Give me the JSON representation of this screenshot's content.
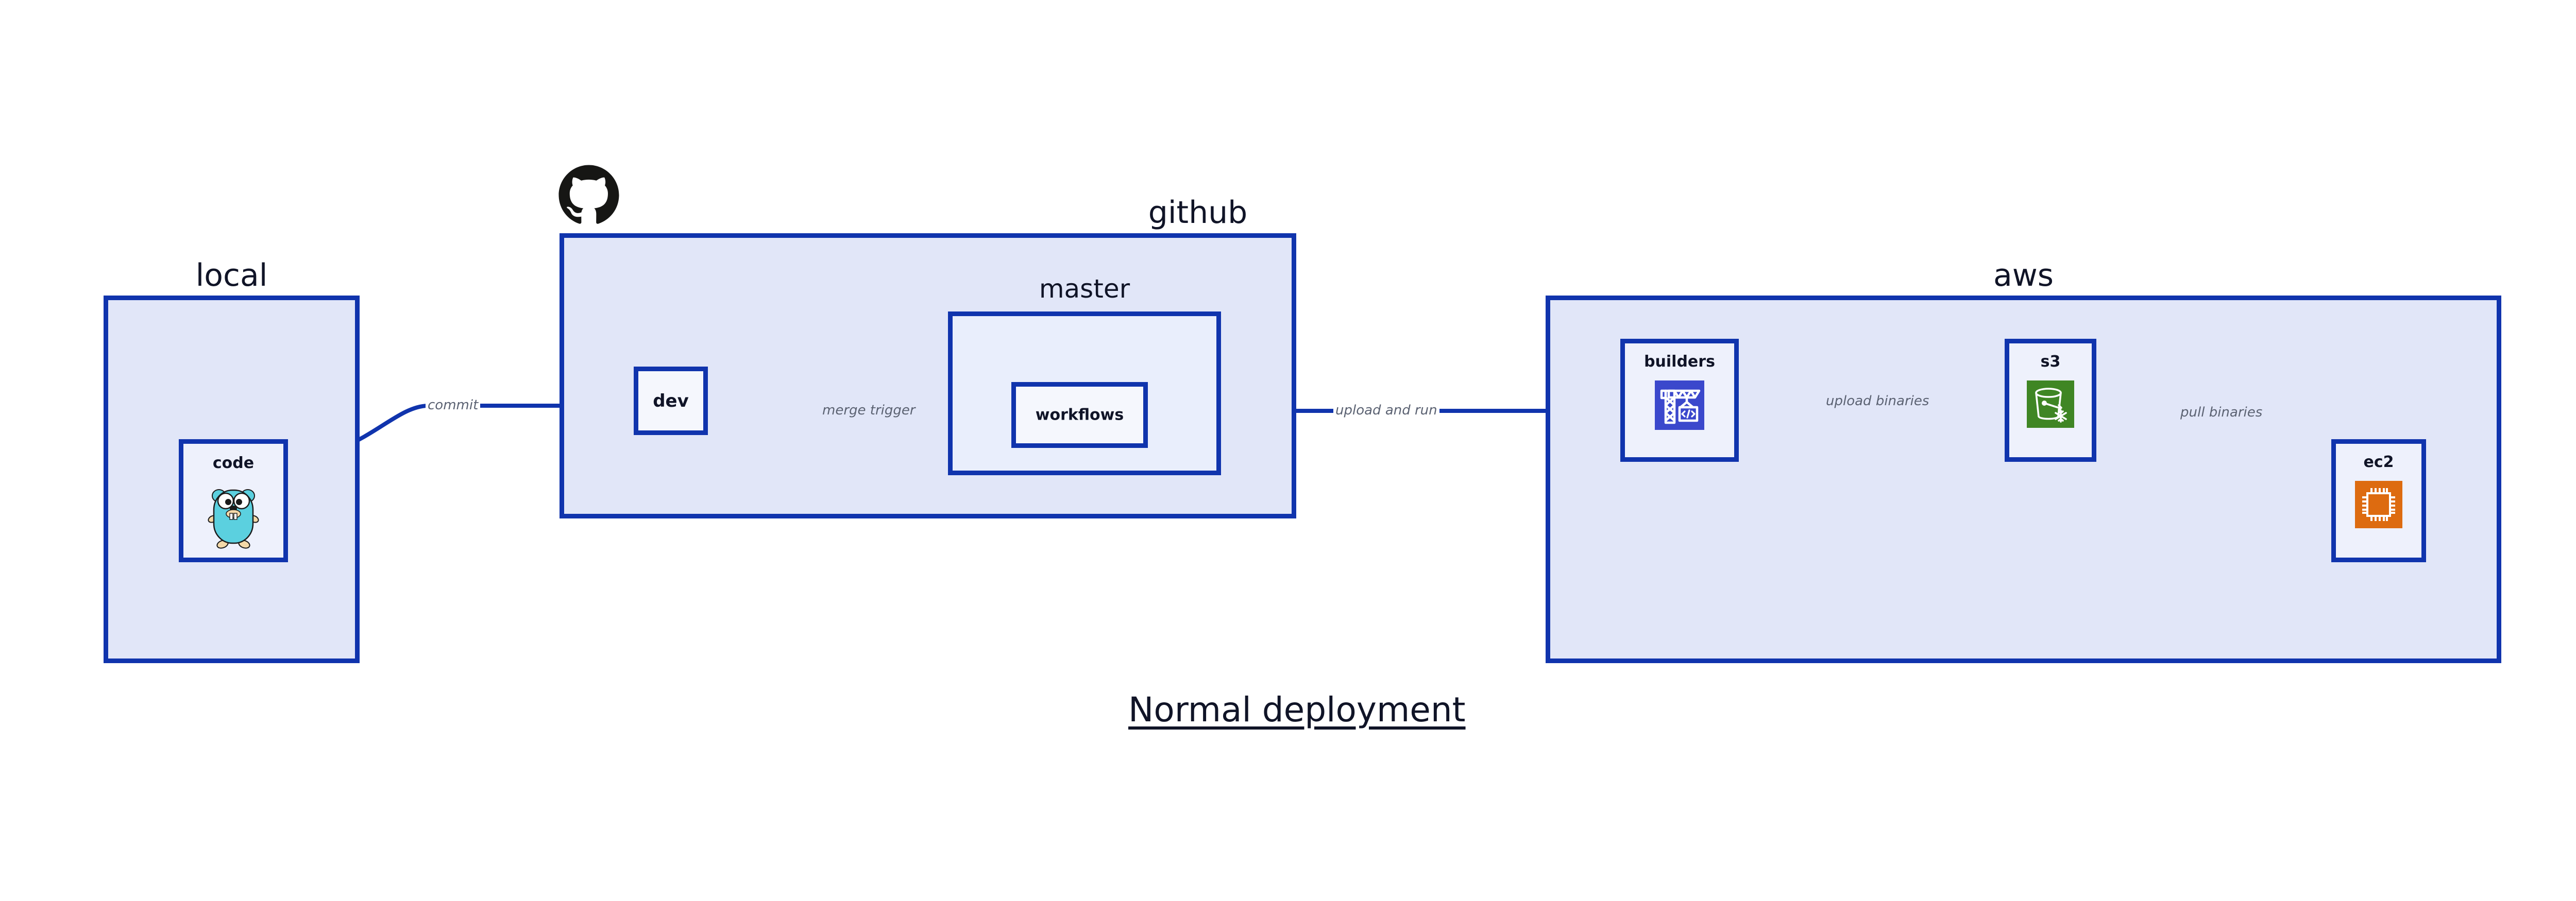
{
  "diagram": {
    "title": "Normal deployment",
    "accent_border": "#1034ad",
    "group_fill": "#e1e6f8",
    "node_fill": "#eef1fc",
    "edge_label_color": "#5b6272",
    "text_color": "#101427"
  },
  "groups": [
    {
      "id": "local",
      "label": "local"
    },
    {
      "id": "github",
      "label": "github"
    },
    {
      "id": "aws",
      "label": "aws"
    }
  ],
  "subgroups": [
    {
      "id": "master",
      "label": "master",
      "parent": "github"
    }
  ],
  "nodes": [
    {
      "id": "code",
      "label": "code",
      "parent": "local",
      "icon": "go-gopher-icon"
    },
    {
      "id": "dev",
      "label": "dev",
      "parent": "github",
      "icon": null
    },
    {
      "id": "workflows",
      "label": "workflows",
      "parent": "master",
      "icon": null
    },
    {
      "id": "builders",
      "label": "builders",
      "parent": "aws",
      "icon": "aws-codebuild-icon"
    },
    {
      "id": "s3",
      "label": "s3",
      "parent": "aws",
      "icon": "aws-s3-bucket-icon"
    },
    {
      "id": "ec2",
      "label": "ec2",
      "parent": "aws",
      "icon": "aws-ec2-chip-icon"
    }
  ],
  "edges": [
    {
      "id": "commit",
      "label": "commit",
      "from": "code",
      "to": "dev"
    },
    {
      "id": "merge-trigger",
      "label": "merge trigger",
      "from": "dev",
      "to": "workflows"
    },
    {
      "id": "upload-and-run",
      "label": "upload and run",
      "from": "workflows",
      "to": "builders"
    },
    {
      "id": "upload-binaries",
      "label": "upload binaries",
      "from": "builders",
      "to": "s3"
    },
    {
      "id": "pull-binaries",
      "label": "pull binaries",
      "from": "s3",
      "to": "ec2"
    }
  ],
  "logos": [
    {
      "id": "github-logo",
      "icon": "github-octocat-icon",
      "color": "#161614"
    }
  ],
  "icon_colors": {
    "codebuild_bg": "#3b48cc",
    "s3_bg": "#3f8624",
    "ec2_bg": "#dd6b10",
    "gopher_body": "#5bd0df",
    "github_mark": "#161614"
  }
}
